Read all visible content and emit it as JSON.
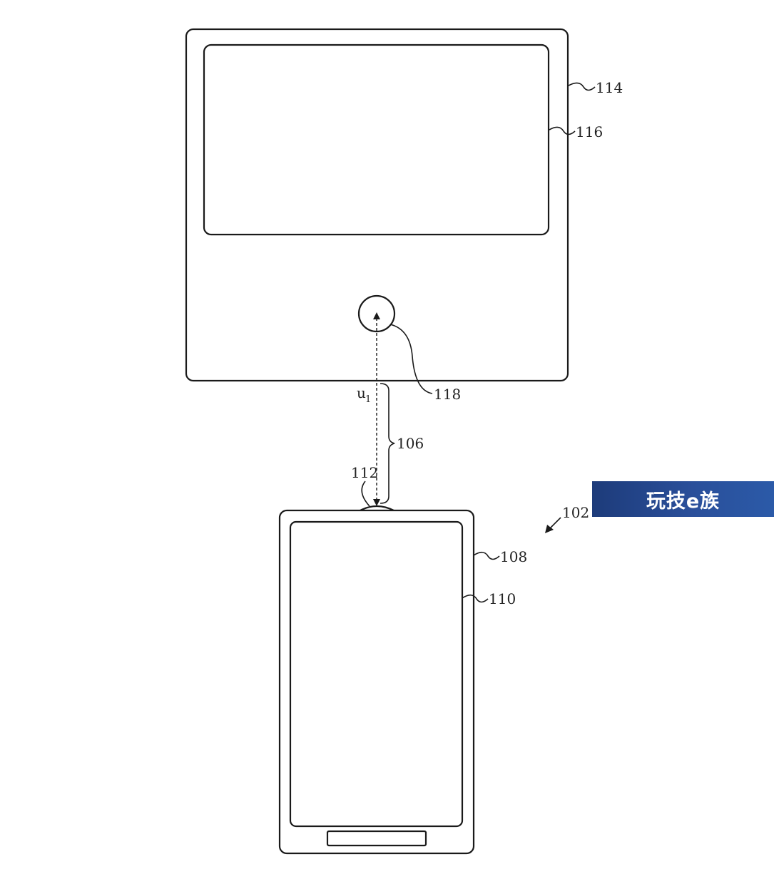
{
  "labels": {
    "display_device": "114",
    "display_screen": "116",
    "sensor": "118",
    "distance_symbol": "u",
    "distance_subscript": "1",
    "distance_brace": "106",
    "phone_antenna": "112",
    "system": "102",
    "phone_body": "108",
    "phone_screen": "110"
  },
  "watermark": {
    "text": "玩技e族",
    "background": "#1d3b7a"
  }
}
